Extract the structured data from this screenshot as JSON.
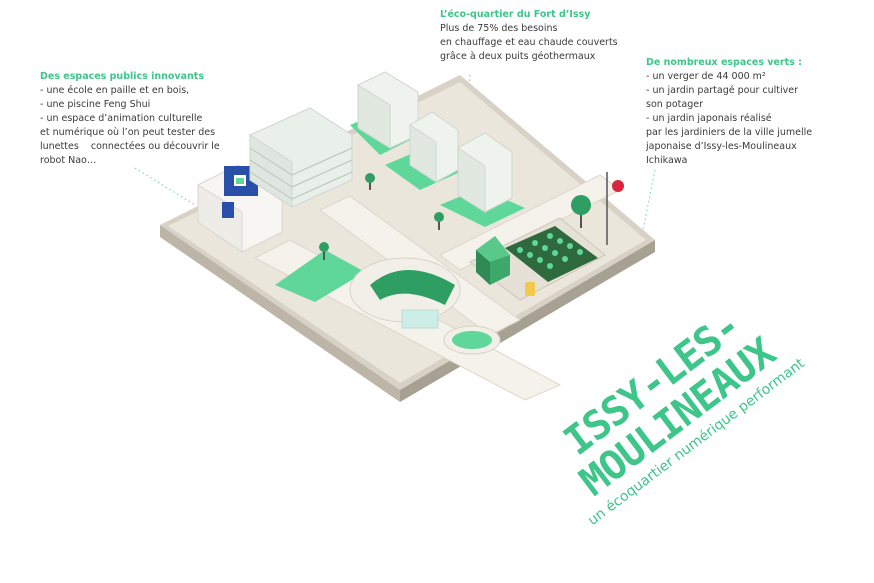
{
  "callouts": {
    "public": {
      "title": "Des espaces publics innovants",
      "lines": [
        "- une école en paille et en bois,",
        "- une piscine Feng Shui",
        "- un espace d’animation culturelle",
        "et numérique où l’on peut tester des",
        "lunettes    connectées ou découvrir le",
        "robot Nao…"
      ]
    },
    "eco": {
      "title": "L’éco-quartier du Fort d’Issy",
      "lines": [
        "Plus de 75% des besoins",
        "en chauffage et eau chaude couverts",
        "grâce à deux puits géothermaux"
      ]
    },
    "green": {
      "title": "De nombreux espaces verts :",
      "lines": [
        "- un verger de 44 000 m²",
        "- un jardin partagé pour cultiver",
        "son potager",
        "- un jardin japonais réalisé",
        "par les jardiniers de la ville jumelle",
        "japonaise d’Issy-les-Moulineaux",
        "Ichikawa"
      ]
    }
  },
  "brand": {
    "city_line1": "ISSY-LES-",
    "city_line2": "MOULINEAUX",
    "tagline": "un écoquartier numérique performant"
  },
  "colors": {
    "accent": "#3ec58a",
    "grass": "#5fd79a",
    "dark_green": "#2f9e63",
    "flag_red": "#d7263d",
    "school_blue": "#2a4fa8"
  }
}
